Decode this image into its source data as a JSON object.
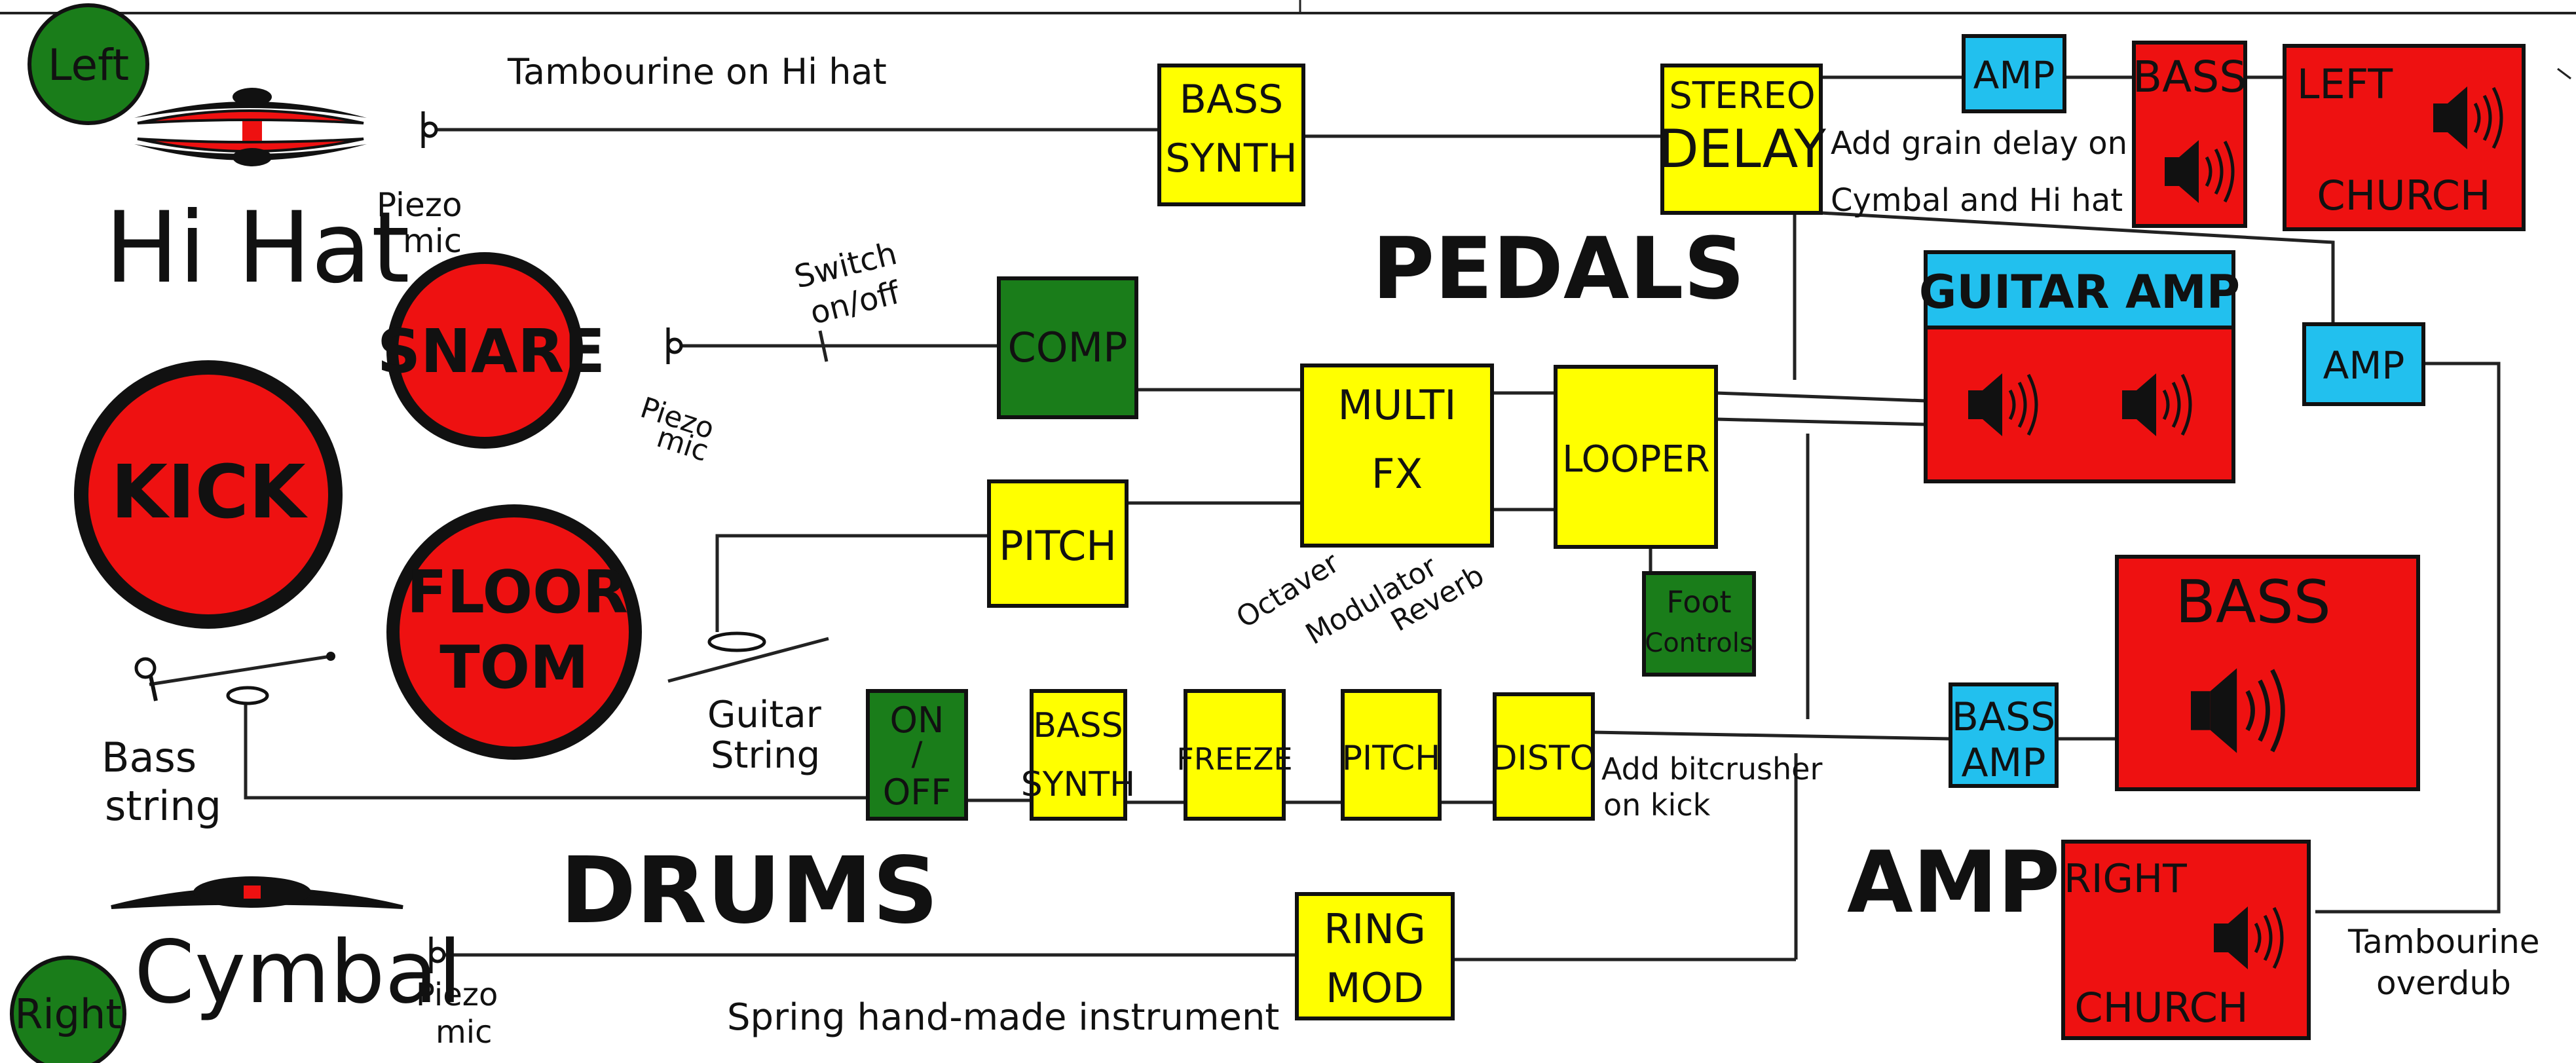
{
  "colors": {
    "yellow": "#ffff00",
    "green": "#1a7d1a",
    "red": "#ee1111",
    "blue": "#22c0ee",
    "ink": "#111111"
  },
  "badges": {
    "left": "Left",
    "right": "Right"
  },
  "instruments": {
    "hihat": "Hi Hat",
    "snare": "SNARE",
    "kick": "KICK",
    "floortom": [
      "FLOOR",
      "TOM"
    ],
    "cymbal": "Cymbal"
  },
  "mic_notes": {
    "piezo_hihat": [
      "Piezo",
      "mic"
    ],
    "piezo_snare": [
      "Piezo",
      "mic"
    ],
    "piezo_cymbal": [
      "Piezo",
      "mic"
    ],
    "switch": [
      "Switch",
      "on/off"
    ],
    "guitar_string": [
      "Guitar",
      "String"
    ],
    "bass_string": [
      "Bass",
      "string"
    ]
  },
  "annotations": {
    "tambourine_on_hihat": "Tambourine on Hi hat",
    "grain_delay": [
      "Add grain delay on",
      "Cymbal and Hi hat"
    ],
    "bitcrusher": [
      "Add bitcrusher",
      "on kick"
    ],
    "spring": "Spring hand-made instrument",
    "tambourine_overdub": [
      "Tambourine",
      "overdub"
    ],
    "multifx_sub": [
      "Octaver",
      "Modulator",
      "Reverb"
    ]
  },
  "sections": {
    "pedals": "PEDALS",
    "drums": "DRUMS",
    "amps": "AMPS"
  },
  "pedals": {
    "bass_synth_top": [
      "BASS",
      "SYNTH"
    ],
    "stereo_delay": [
      "STEREO",
      "DELAY"
    ],
    "comp": "COMP",
    "multi_fx": [
      "MULTI",
      "FX"
    ],
    "looper": "LOOPER",
    "pitch_top": "PITCH",
    "foot_controls": [
      "Foot",
      "Controls"
    ],
    "on_off": [
      "ON",
      "/",
      "OFF"
    ],
    "bass_synth_bottom": [
      "BASS",
      "SYNTH"
    ],
    "freeze": "FREEZE",
    "pitch_bottom": "PITCH",
    "disto": "DISTO",
    "ring_mod": [
      "RING",
      "MOD"
    ]
  },
  "amps": {
    "amp_top": "AMP",
    "bass_top": "BASS",
    "left_church": [
      "LEFT",
      "CHURCH"
    ],
    "guitar_amp": "GUITAR AMP",
    "amp_mid": "AMP",
    "bass_big": "BASS",
    "bass_amp": [
      "BASS",
      "AMP"
    ],
    "right_church": [
      "RIGHT",
      "CHURCH"
    ]
  },
  "icons": {
    "speaker": "speaker-icon",
    "jack": "jack-input-icon"
  }
}
